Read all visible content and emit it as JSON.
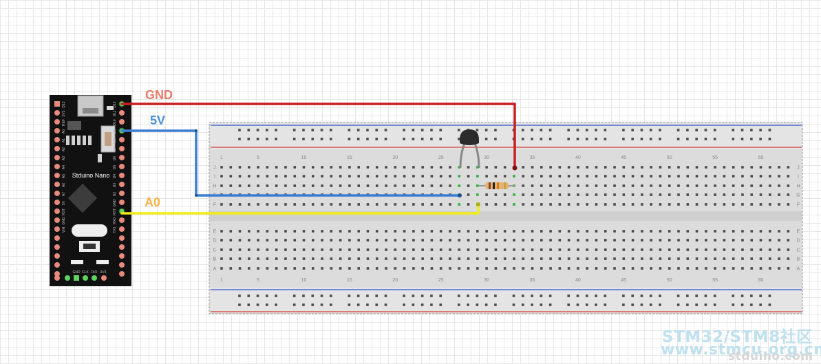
{
  "board": {
    "name": "Stduino Nano",
    "left_pins": [
      "D13",
      "3V3",
      "REF",
      "A0",
      "A1",
      "A2",
      "A3",
      "A4",
      "A5",
      "A6",
      "A7",
      "5V",
      "RST",
      "GND",
      "VIN"
    ],
    "right_pins": [
      "D12",
      "D11",
      "D10",
      "D9",
      "D8",
      "D7",
      "D6",
      "D5",
      "D4",
      "D3",
      "D2",
      "GND",
      "RST",
      "RX0",
      "TX1"
    ],
    "bottom_labels": [
      "GND",
      "CLK",
      "DIO",
      "3V3"
    ]
  },
  "wires": [
    {
      "label": "GND",
      "color": "#c81e1e",
      "label_color": "#ea7b6a"
    },
    {
      "label": "5V",
      "color": "#3a7fd4",
      "label_color": "#4a8ee0"
    },
    {
      "label": "A0",
      "color": "#f2ee14",
      "label_color": "#f5b445"
    }
  ],
  "breadboard": {
    "column_numbers": [
      "1",
      "5",
      "10",
      "15",
      "20",
      "25",
      "30",
      "35",
      "40",
      "45",
      "50",
      "55",
      "60"
    ],
    "rows_top": [
      "J",
      "I",
      "H",
      "G",
      "F"
    ],
    "rows_bottom": [
      "E",
      "D",
      "C",
      "B",
      "A"
    ]
  },
  "components": [
    "thermistor",
    "resistor"
  ],
  "watermark": {
    "line1": "STM32/STM8社区",
    "line2": "www.stmcu.org.cn",
    "line3": "stduino.com"
  }
}
